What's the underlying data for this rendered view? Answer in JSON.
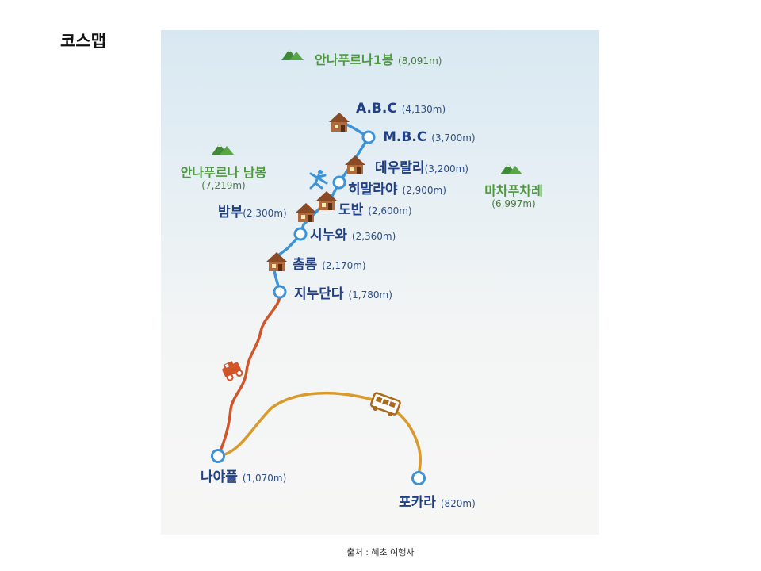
{
  "page": {
    "title": "코스맵",
    "credit": "출처 : 혜초 여행사"
  },
  "map": {
    "peaks": [
      {
        "id": "annapurna1",
        "name": "안나푸르나1봉",
        "elevation": "(8,091m)"
      },
      {
        "id": "annapurna-south",
        "name": "안나푸르나 남봉",
        "elevation": "(7,219m)"
      },
      {
        "id": "machapuchare",
        "name": "마차푸차레",
        "elevation": "(6,997m)"
      }
    ],
    "stops": [
      {
        "id": "abc",
        "name": "A.B.C",
        "elevation": "(4,130m)",
        "marker": "lodge"
      },
      {
        "id": "mbc",
        "name": "M.B.C",
        "elevation": "(3,700m)",
        "marker": "circle"
      },
      {
        "id": "deurali",
        "name": "데우랄리",
        "elevation": "(3,200m)",
        "marker": "lodge"
      },
      {
        "id": "himalaya",
        "name": "히말라야",
        "elevation": "(2,900m)",
        "marker": "circle"
      },
      {
        "id": "bamboo",
        "name": "밤부",
        "elevation": "(2,300m)",
        "marker": "lodge"
      },
      {
        "id": "dovan",
        "name": "도반",
        "elevation": "(2,600m)",
        "marker": "lodge"
      },
      {
        "id": "sinuwa",
        "name": "시누와",
        "elevation": "(2,360m)",
        "marker": "circle"
      },
      {
        "id": "chomrong",
        "name": "촘롱",
        "elevation": "(2,170m)",
        "marker": "lodge"
      },
      {
        "id": "jhinudanda",
        "name": "지누단다",
        "elevation": "(1,780m)",
        "marker": "circle"
      },
      {
        "id": "nayapul",
        "name": "나야풀",
        "elevation": "(1,070m)",
        "marker": "circle"
      },
      {
        "id": "pokhara",
        "name": "포카라",
        "elevation": "(820m)",
        "marker": "circle"
      }
    ],
    "colors": {
      "trek": "#3d93d8",
      "jeep": "#d2552a",
      "bus": "#d99a2b",
      "peak": "#4d9a3c",
      "label": "#1f3f86"
    },
    "icons": [
      "mountain-icon",
      "lodge-icon",
      "hiker-icon",
      "jeep-icon",
      "bus-icon"
    ]
  }
}
